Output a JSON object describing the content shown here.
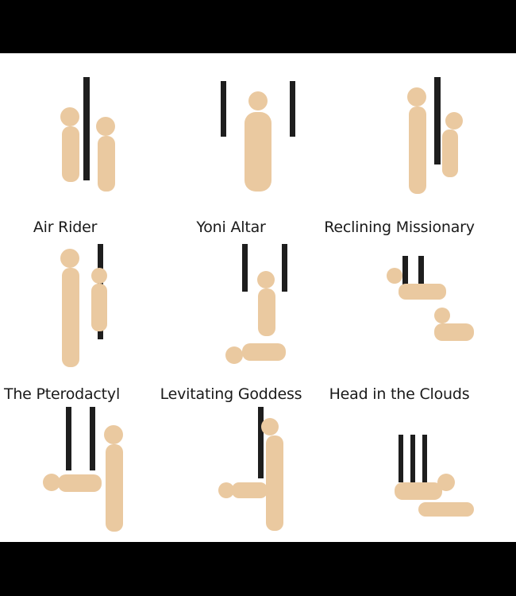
{
  "diagram": {
    "colors": {
      "background": "#ffffff",
      "letterbox": "#000000",
      "figure": "#eac9a0",
      "strap": "#1e1e1e",
      "label": "#1a1a1a"
    },
    "rows": [
      {
        "items": [
          {
            "label": "Air Rider"
          },
          {
            "label": "Yoni Altar"
          },
          {
            "label": "Reclining Missionary"
          }
        ]
      },
      {
        "items": [
          {
            "label": "The Pterodactyl"
          },
          {
            "label": "Levitating Goddess"
          },
          {
            "label": "Head in the Clouds"
          }
        ]
      },
      {
        "items": [
          {
            "label": ""
          },
          {
            "label": ""
          },
          {
            "label": ""
          }
        ]
      }
    ]
  }
}
